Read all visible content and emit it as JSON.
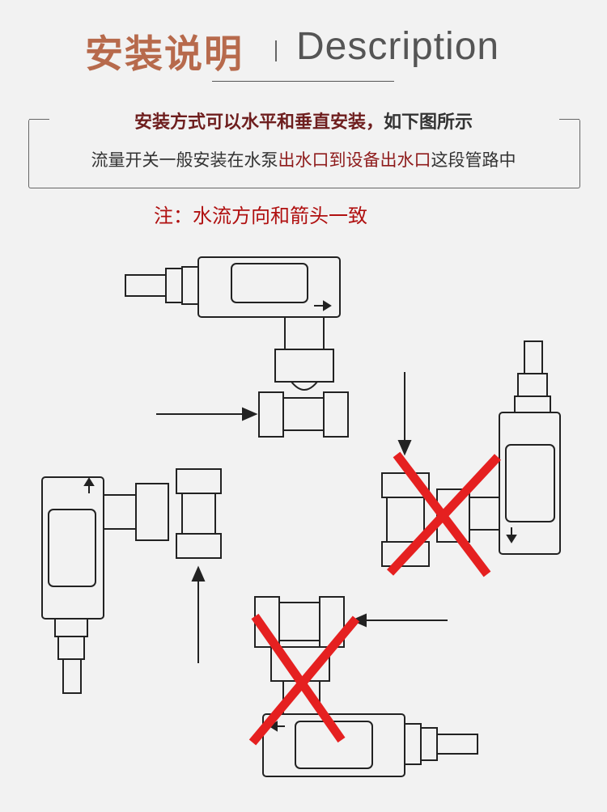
{
  "header": {
    "title_cn": "安装说明",
    "title_en": "Description"
  },
  "info_box": {
    "heading_part1": "安装方式可以水平和垂直安装，",
    "heading_part2": "如下图所示",
    "body_part1": "流量开关一般安装在水泵",
    "body_highlight": "出水口到设备出水口",
    "body_part2": "这段管路中"
  },
  "note": "注：水流方向和箭头一致",
  "diagrams": [
    {
      "orientation": "horizontal-switch-top",
      "correct": true
    },
    {
      "orientation": "vertical-switch-left",
      "correct": true
    },
    {
      "orientation": "vertical-switch-right-flow-down",
      "correct": false
    },
    {
      "orientation": "horizontal-switch-bottom",
      "correct": false
    }
  ],
  "colors": {
    "title": "#b76a4c",
    "heading": "#6e1e1e",
    "highlight": "#8e1b1b",
    "note": "#b01010",
    "cross": "#e52020"
  }
}
